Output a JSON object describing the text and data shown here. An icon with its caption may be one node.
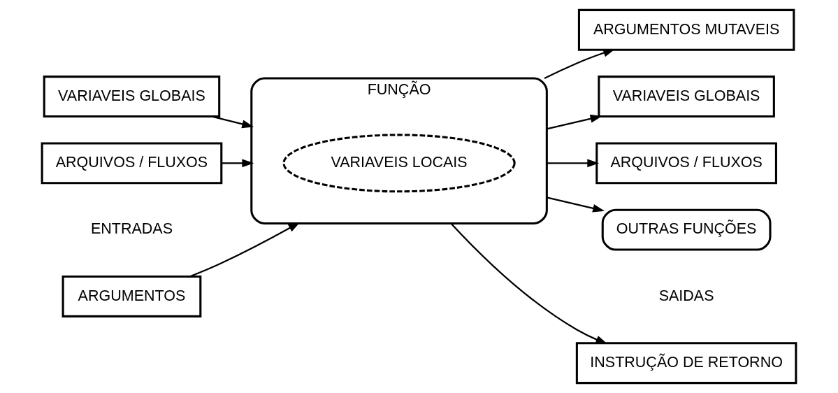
{
  "diagram": {
    "nodes": [
      {
        "text": [
          "ARGUMENTOS"
        ]
      },
      {
        "text": [
          "VARIAVEIS GLOBAIS"
        ]
      },
      {
        "text": [
          "ARQUIVOS / FLUXOS"
        ]
      },
      {
        "text": [
          "FUNÇÃO"
        ]
      },
      {
        "text": [
          "VARIAVEIS LOCAIS"
        ],
        "in": 3
      },
      {
        "text": [
          "INSTRUÇÃO DE RETORNO"
        ]
      },
      {
        "text": [
          "ARGUMENTOS MUTAVEIS"
        ]
      },
      {
        "text": [
          "VARIAVEIS GLOBAIS"
        ]
      },
      {
        "text": [
          "ARQUIVOS / FLUXOS"
        ]
      },
      {
        "text": [
          "OUTRAS FUNÇÕES"
        ]
      }
    ],
    "edges": [
      {
        "from": 0,
        "to": 3,
        "arrow": "to"
      },
      {
        "from": 1,
        "to": 3,
        "arrow": "to"
      },
      {
        "from": 2,
        "to": 3,
        "arrow": "to"
      },
      {
        "from": 3,
        "to": 5,
        "arrow": "to"
      },
      {
        "from": 3,
        "to": 6,
        "arrow": "to"
      },
      {
        "from": 3,
        "to": 7,
        "arrow": "to"
      },
      {
        "from": 3,
        "to": 8,
        "arrow": "to"
      },
      {
        "from": 3,
        "to": 9,
        "arrow": "to"
      }
    ],
    "labels": [
      "ENTRADAS",
      "SAIDAS"
    ]
  }
}
